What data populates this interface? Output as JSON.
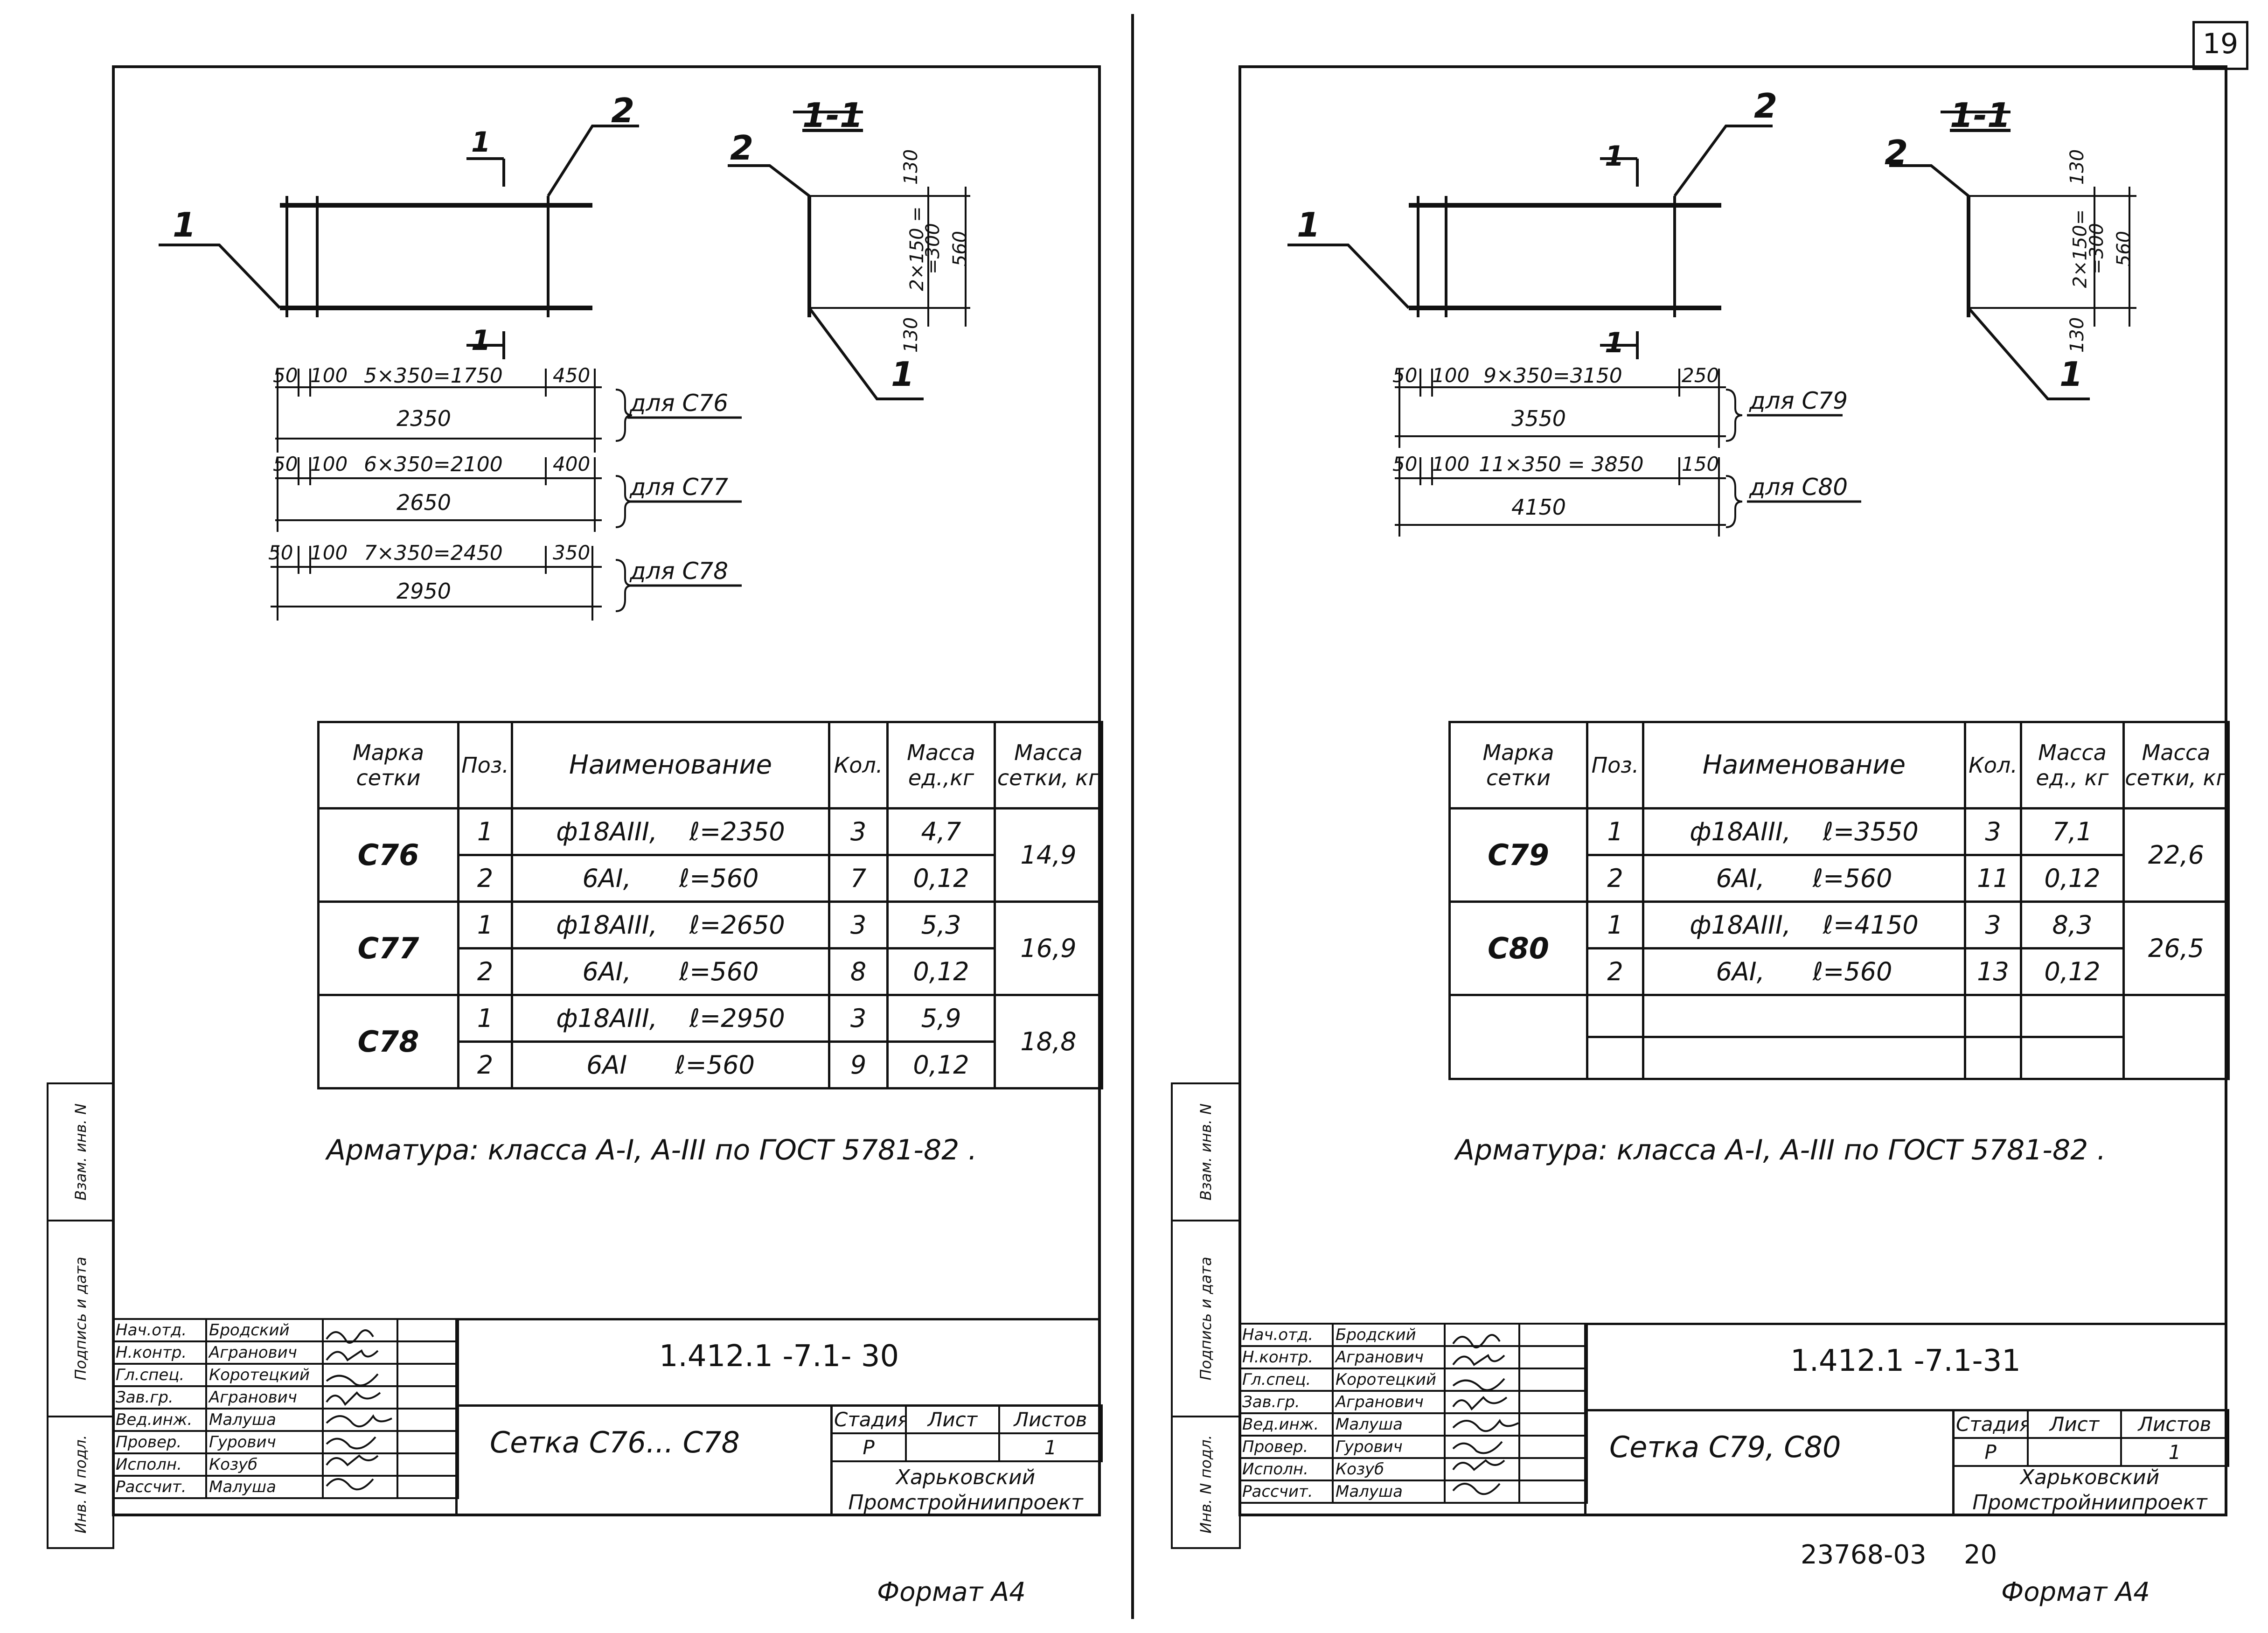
{
  "page_number": "19",
  "left": {
    "section_label": "1-1",
    "markers": {
      "pos1": "1",
      "pos2": "2",
      "section_mark": "1"
    },
    "section_dims": {
      "d130_top": "130",
      "d2x150": "2×150 =",
      "d300": "=300",
      "d560": "560",
      "d130_bot": "130"
    },
    "dims": [
      {
        "row1": [
          "50",
          "100",
          "5×350=1750",
          "450"
        ],
        "total": "2350",
        "for": "для С76"
      },
      {
        "row1": [
          "50",
          "100",
          "6×350=2100",
          "400"
        ],
        "total": "2650",
        "for": "для С77"
      },
      {
        "row1": [
          "50",
          "100",
          "7×350=2450",
          "350"
        ],
        "total": "2950",
        "for": "для С78"
      }
    ],
    "table": {
      "headers": [
        "Марка сетки",
        "Поз.",
        "Наименование",
        "Кол.",
        "Масса ед.,кг",
        "Масса сетки, кг"
      ],
      "groups": [
        {
          "mark": "С76",
          "total": "14,9",
          "rows": [
            {
              "pos": "1",
              "name": "ф18АIII,",
              "len": "ℓ=2350",
              "qty": "3",
              "mass": "4,7"
            },
            {
              "pos": "2",
              "name": "6АI,",
              "len": "ℓ=560",
              "qty": "7",
              "mass": "0,12"
            }
          ]
        },
        {
          "mark": "С77",
          "total": "16,9",
          "rows": [
            {
              "pos": "1",
              "name": "ф18АIII,",
              "len": "ℓ=2650",
              "qty": "3",
              "mass": "5,3"
            },
            {
              "pos": "2",
              "name": "6АI,",
              "len": "ℓ=560",
              "qty": "8",
              "mass": "0,12"
            }
          ]
        },
        {
          "mark": "С78",
          "total": "18,8",
          "rows": [
            {
              "pos": "1",
              "name": "ф18АIII,",
              "len": "ℓ=2950",
              "qty": "3",
              "mass": "5,9"
            },
            {
              "pos": "2",
              "name": "6АI",
              "len": "ℓ=560",
              "qty": "9",
              "mass": "0,12"
            }
          ]
        }
      ]
    },
    "note": "Арматура: класса А-I, А-III по ГОСТ 5781-82 .",
    "title_block": {
      "roles": [
        "Нач.отд.",
        "Н.контр.",
        "Гл.спец.",
        "Зав.гр.",
        "Вед.инж.",
        "Провер.",
        "Исполн.",
        "Рассчит."
      ],
      "names": [
        "Бродский",
        "Агранович",
        "Коротецкий",
        "Агранович",
        "Малуша",
        "Гурович",
        "Козуб",
        "Малуша"
      ],
      "code": "1.412.1 -7.1- 30",
      "title": "Сетка С76... С78",
      "stage_headers": [
        "Стадия",
        "Лист",
        "Листов"
      ],
      "stage_values": [
        "Р",
        "",
        "1"
      ],
      "org": "Харьковский Промстройниипроект"
    },
    "format": "Формат А4"
  },
  "right": {
    "section_label": "1-1",
    "markers": {
      "pos1": "1",
      "pos2": "2",
      "section_mark": "1"
    },
    "section_dims": {
      "d130_top": "130",
      "d2x150": "2×150=",
      "d300": "=300",
      "d560": "560",
      "d130_bot": "130"
    },
    "dims": [
      {
        "row1": [
          "50",
          "100",
          "9×350=3150",
          "250"
        ],
        "total": "3550",
        "for": "для С79"
      },
      {
        "row1": [
          "50",
          "100",
          "11×350 = 3850",
          "150"
        ],
        "total": "4150",
        "for": "для С80"
      }
    ],
    "table": {
      "headers": [
        "Марка сетки",
        "Поз.",
        "Наименование",
        "Кол.",
        "Масса ед., кг",
        "Масса сетки, кг"
      ],
      "groups": [
        {
          "mark": "С79",
          "total": "22,6",
          "rows": [
            {
              "pos": "1",
              "name": "ф18АIII,",
              "len": "ℓ=3550",
              "qty": "3",
              "mass": "7,1"
            },
            {
              "pos": "2",
              "name": "6АI,",
              "len": "ℓ=560",
              "qty": "11",
              "mass": "0,12"
            }
          ]
        },
        {
          "mark": "С80",
          "total": "26,5",
          "rows": [
            {
              "pos": "1",
              "name": "ф18АIII,",
              "len": "ℓ=4150",
              "qty": "3",
              "mass": "8,3"
            },
            {
              "pos": "2",
              "name": "6АI,",
              "len": "ℓ=560",
              "qty": "13",
              "mass": "0,12"
            }
          ]
        }
      ]
    },
    "note": "Арматура: класса А-I, А-III по ГОСТ 5781-82 .",
    "title_block": {
      "roles": [
        "Нач.отд.",
        "Н.контр.",
        "Гл.спец.",
        "Зав.гр.",
        "Вед.инж.",
        "Провер.",
        "Исполн.",
        "Рассчит."
      ],
      "names": [
        "Бродский",
        "Агранович",
        "Коротецкий",
        "Агранович",
        "Малуша",
        "Гурович",
        "Козуб",
        "Малуша"
      ],
      "code": "1.412.1 -7.1-31",
      "title": "Сетка С79, С80",
      "stage_headers": [
        "Стадия",
        "Лист",
        "Листов"
      ],
      "stage_values": [
        "Р",
        "",
        "1"
      ],
      "org": "Харьковский Промстройниипроект"
    },
    "archive_number": "23768-03",
    "archive_page": "20",
    "format": "Формат А4"
  },
  "sidebar_labels": [
    "Инв. N подл.",
    "Подпись и дата",
    "Взам. инв. N"
  ]
}
